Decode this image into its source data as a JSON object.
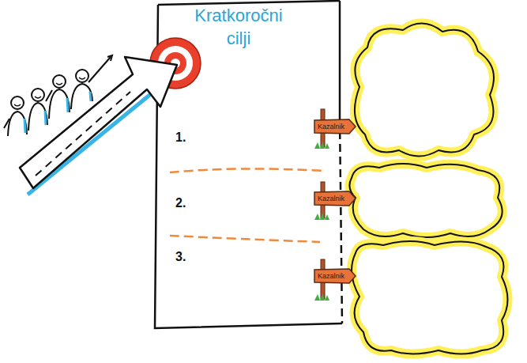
{
  "diagram": {
    "title": "Kratkoročni cilji",
    "nodes": [
      {
        "text": [
          "Kazalnik"
        ]
      },
      {
        "text": [
          "Kazalnik"
        ]
      },
      {
        "text": [
          "Kazalnik"
        ]
      }
    ],
    "labels": [
      "1.",
      "2.",
      "3."
    ]
  }
}
